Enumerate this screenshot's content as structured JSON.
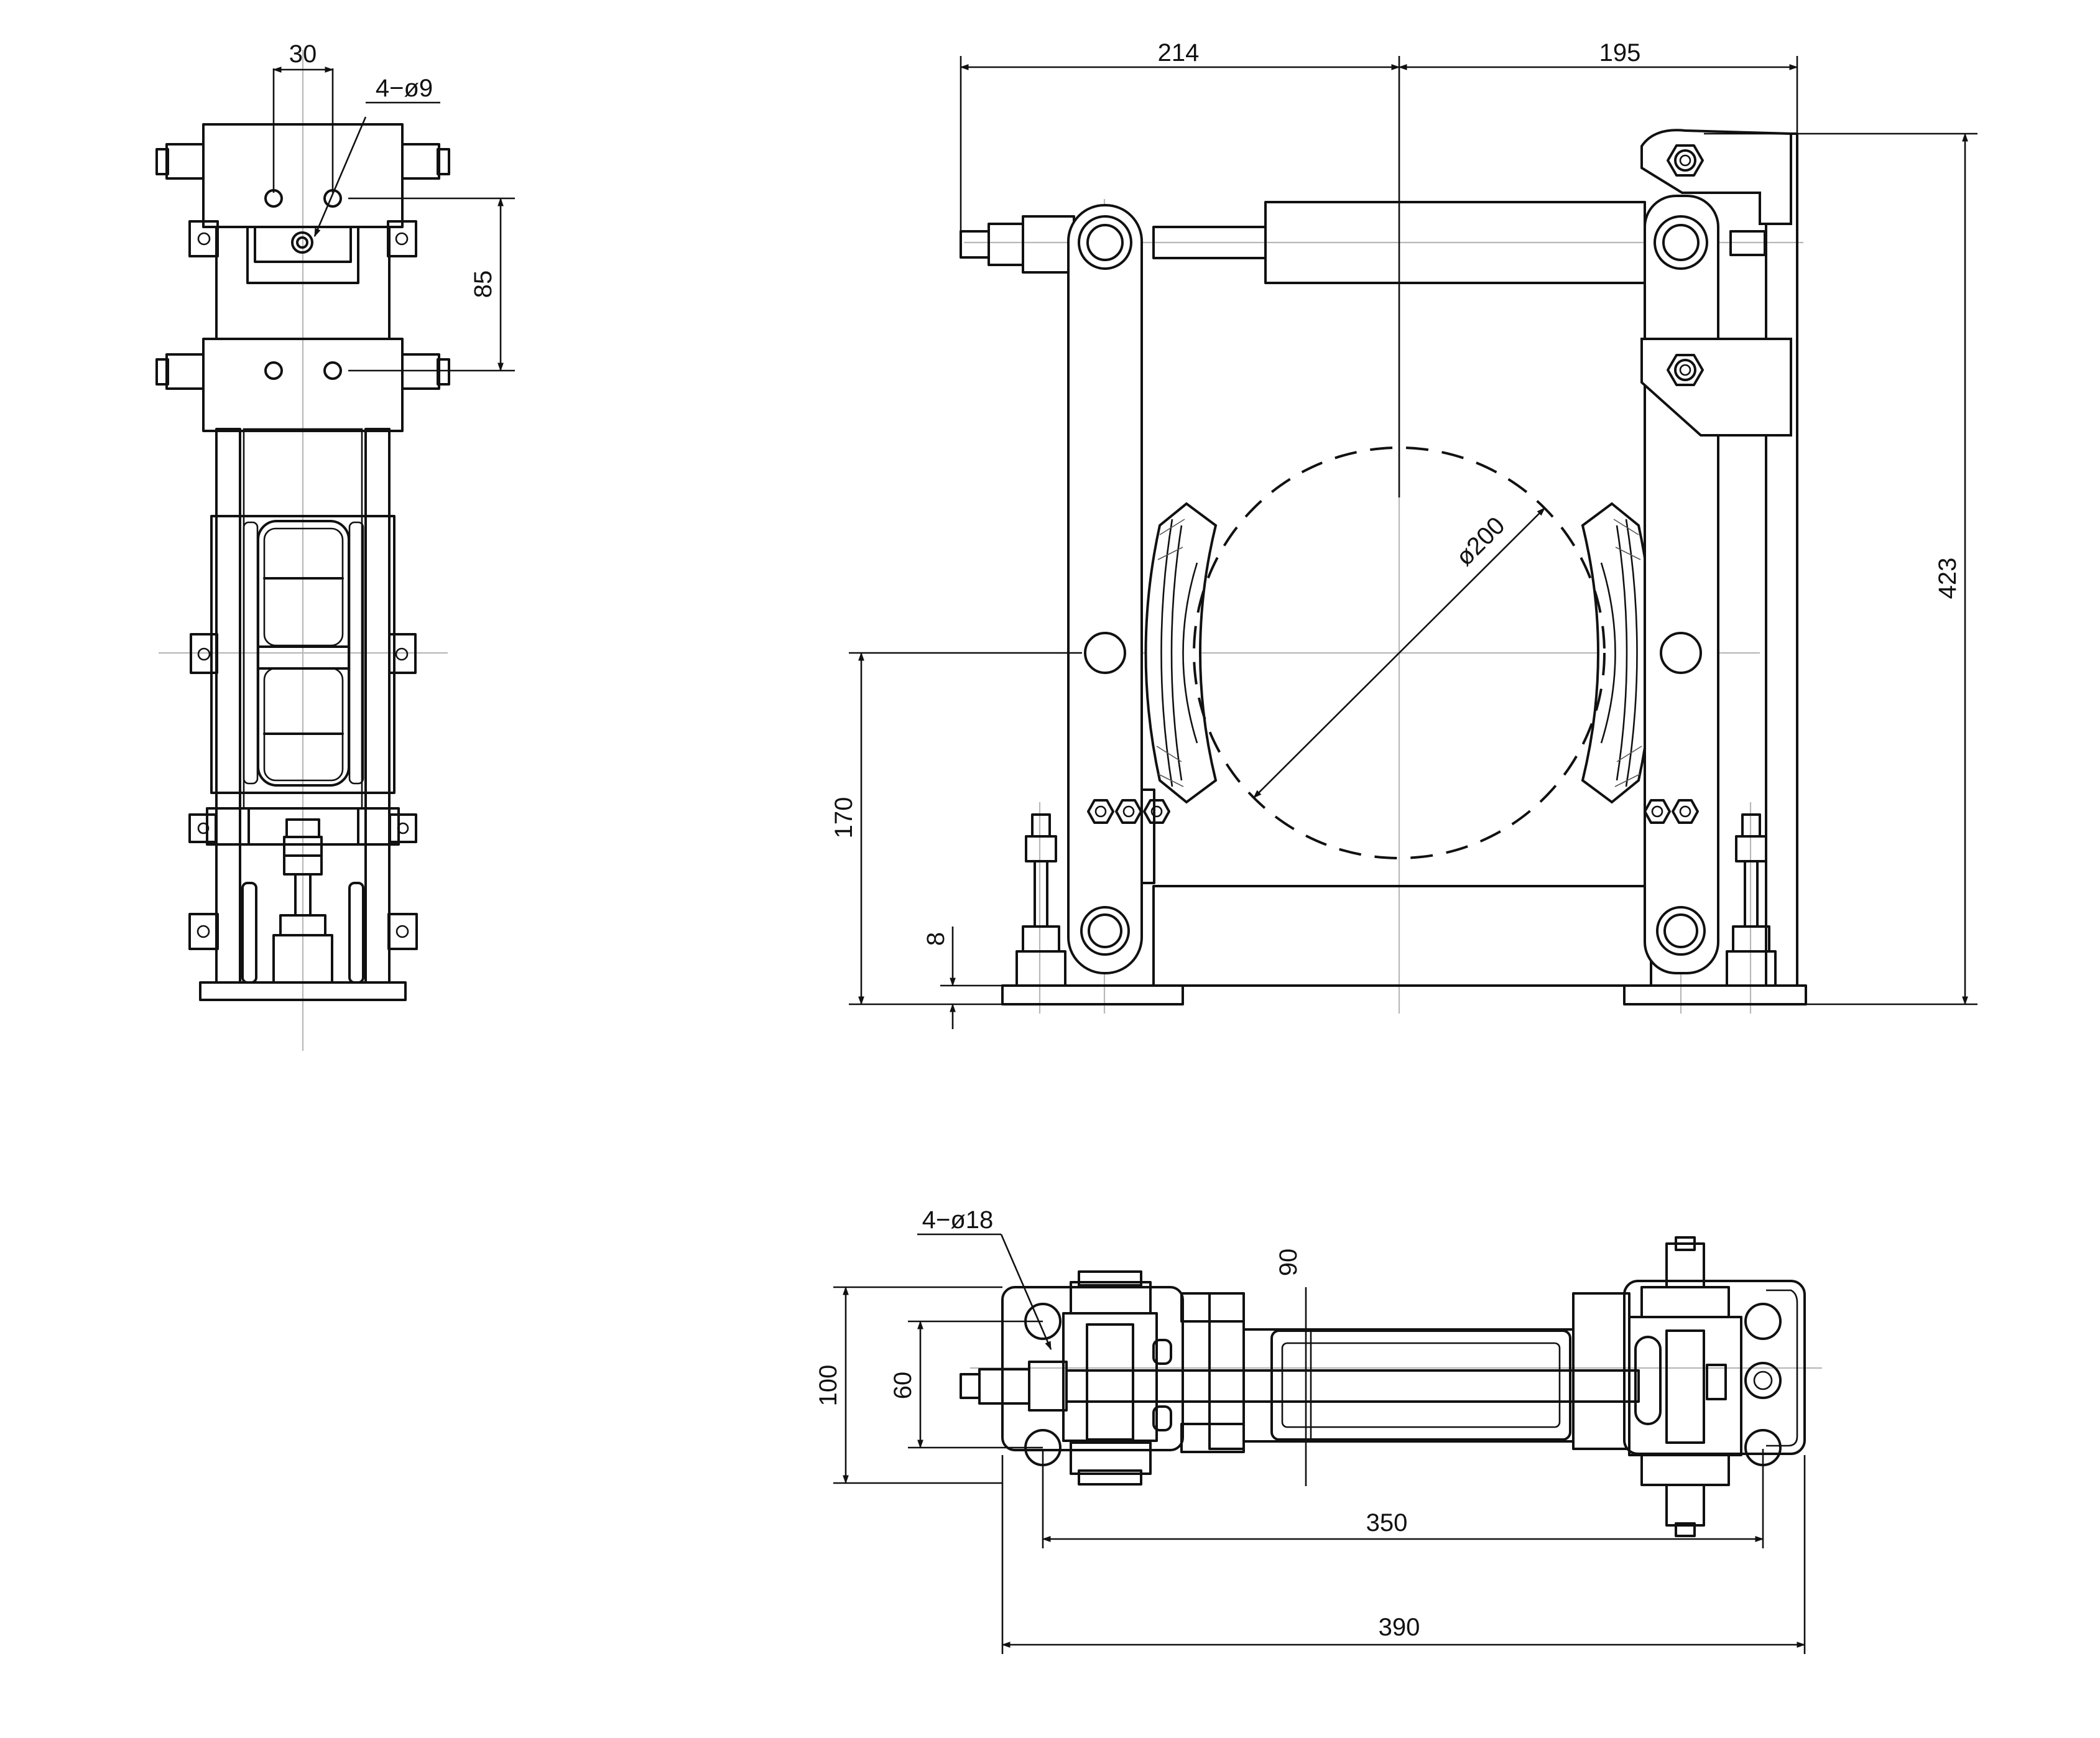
{
  "side_view": {
    "pitch": "30",
    "hole_spec": "4−ø9",
    "bolt_spacing": "85"
  },
  "front_view": {
    "left_span": "214",
    "right_span": "195",
    "height": "423",
    "axis_height": "170",
    "base_thickness": "8",
    "drum_diameter": "ø200"
  },
  "top_view": {
    "hole_spec": "4−ø18",
    "bracket_depth": "90",
    "base_width": "100",
    "hole_pitch": "60",
    "hole_spacing": "350",
    "base_length": "390"
  }
}
